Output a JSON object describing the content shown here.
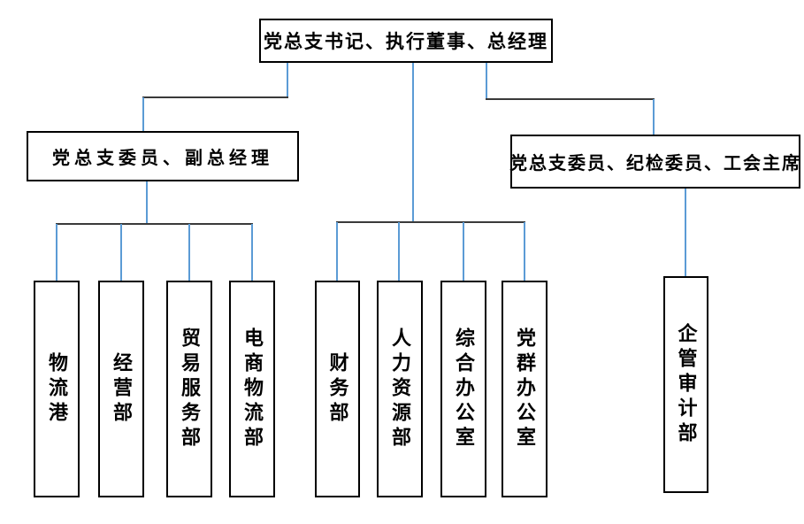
{
  "colors": {
    "background": "#ffffff",
    "box_border": "#000000",
    "text": "#000000",
    "connector_vertical": "#5B9BD5",
    "connector_horizontal": "#3a3a3a"
  },
  "org_chart": {
    "type": "org-tree",
    "root": {
      "id": "root",
      "label": "党总支书记、执行董事、总经理"
    },
    "level2": [
      {
        "id": "left_deputy",
        "label": "党总支委员、副总经理",
        "parent": "root"
      },
      {
        "id": "right_committee",
        "label": "党总支委员、纪检委员、工会主席",
        "parent": "root"
      }
    ],
    "departments": [
      {
        "id": "logistics_port",
        "label": "物流港",
        "parent": "left_deputy"
      },
      {
        "id": "operations",
        "label": "经营部",
        "parent": "left_deputy"
      },
      {
        "id": "trade_services",
        "label": "贸易服务部",
        "parent": "left_deputy"
      },
      {
        "id": "ecommerce_logistics",
        "label": "电商物流部",
        "parent": "left_deputy"
      },
      {
        "id": "finance",
        "label": "财务部",
        "parent": "root"
      },
      {
        "id": "human_resources",
        "label": "人力资源部",
        "parent": "root"
      },
      {
        "id": "general_office",
        "label": "综合办公室",
        "parent": "root"
      },
      {
        "id": "party_mass_office",
        "label": "党群办公室",
        "parent": "root"
      },
      {
        "id": "enterprise_audit",
        "label": "企管审计部",
        "parent": "right_committee"
      }
    ]
  }
}
